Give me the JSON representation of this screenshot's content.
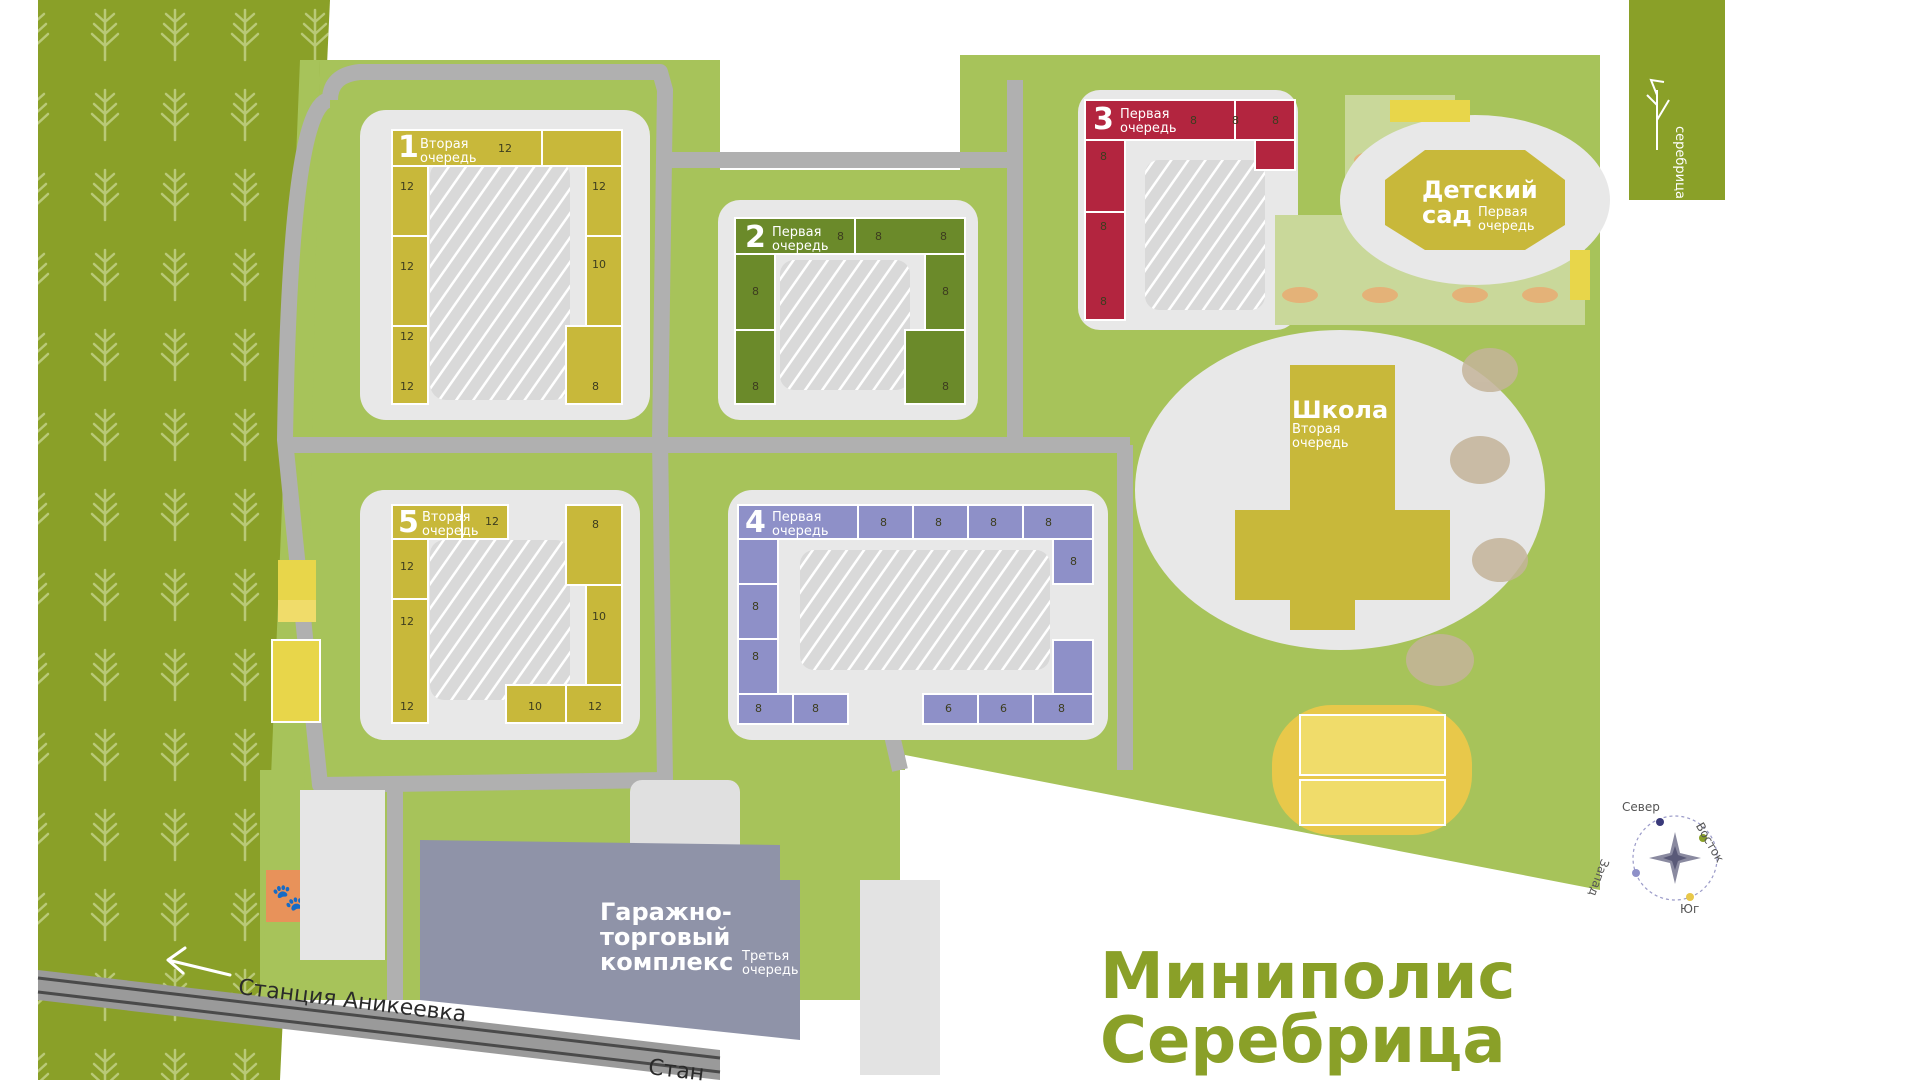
{
  "map": {
    "title_line1": "Миниполис",
    "title_line2": "Серебрица",
    "logo_text": "серебрица",
    "station_1": "Станция Аникеевка",
    "station_2": "Стан",
    "compass": {
      "north": "Север",
      "east": "Восток",
      "south": "Юг",
      "west": "Запад"
    },
    "buildings": {
      "b1": {
        "number": "1",
        "queue_1": "Вторая",
        "queue_2": "очередь",
        "color": "#c8b83a"
      },
      "b2": {
        "number": "2",
        "queue_1": "Первая",
        "queue_2": "очередь",
        "color": "#6b8a2a"
      },
      "b3": {
        "number": "3",
        "queue_1": "Первая",
        "queue_2": "очередь",
        "color": "#b3253f"
      },
      "b4": {
        "number": "4",
        "queue_1": "Первая",
        "queue_2": "очередь",
        "color": "#8e90c8"
      },
      "b5": {
        "number": "5",
        "queue_1": "Вторая",
        "queue_2": "очередь",
        "color": "#c8b83a"
      }
    },
    "kindergarten": {
      "name_1": "Детский",
      "name_2": "сад",
      "queue_1": "Первая",
      "queue_2": "очередь"
    },
    "school": {
      "name": "Школа",
      "queue_1": "Вторая",
      "queue_2": "очередь"
    },
    "garage": {
      "name_1": "Гаражно-",
      "name_2": "торговый",
      "name_3": "комплекс",
      "queue_1": "Третья",
      "queue_2": "очередь"
    },
    "floors": {
      "b1": [
        "12",
        "12",
        "12",
        "12",
        "10",
        "12",
        "8",
        "12"
      ],
      "b2": [
        "8",
        "8",
        "8",
        "8",
        "8",
        "8",
        "8"
      ],
      "b3": [
        "8",
        "8",
        "8",
        "8",
        "8",
        "8"
      ],
      "b4": [
        "8",
        "8",
        "8",
        "8",
        "8",
        "8",
        "8",
        "8",
        "8",
        "6",
        "6",
        "8"
      ],
      "b5": [
        "12",
        "12",
        "12",
        "12",
        "8",
        "10",
        "10",
        "12"
      ]
    }
  }
}
